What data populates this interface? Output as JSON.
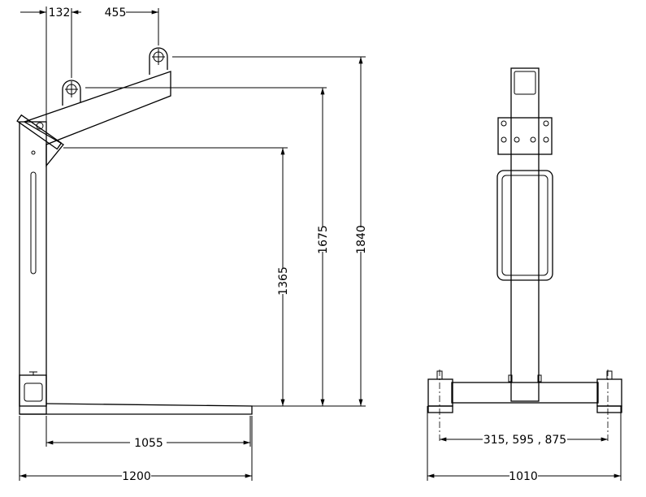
{
  "side_view": {
    "dimensions": {
      "lug_offset": "132",
      "lug_spacing": "455",
      "height_max": "1840",
      "height_mid": "1675",
      "height_min": "1365",
      "fork_length": "1055",
      "overall_length": "1200"
    }
  },
  "front_view": {
    "dimensions": {
      "fork_positions": "315, 595 , 875",
      "overall_width": "1010"
    }
  }
}
